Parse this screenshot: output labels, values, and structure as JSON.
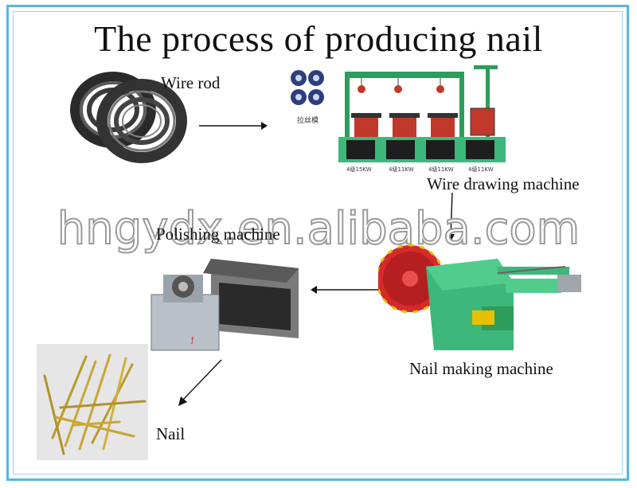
{
  "title": "The process of producing nail",
  "steps": {
    "wire_rod": "Wire rod",
    "wire_drawing": "Wire drawing machine",
    "nail_making": "Nail making machine",
    "polishing": "Polishing machine",
    "nail": "Nail"
  },
  "machine_plate_labels": [
    "4级15KW",
    "4级11KW",
    "4级11KW",
    "4级11KW"
  ],
  "die_caption": "拉丝模",
  "watermark": "hngydx.en.alibaba.com",
  "colors": {
    "frame": "#55b8e0",
    "machine_green": "#3db87a",
    "wheel_red": "#d62a2a"
  }
}
